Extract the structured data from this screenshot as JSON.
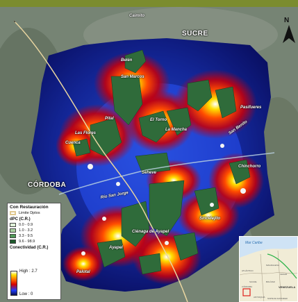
{
  "departments": {
    "sucre": "SUCRE",
    "cordoba": "CÓRDOBA"
  },
  "places": [
    {
      "id": "caimito",
      "name": "Caimito"
    },
    {
      "id": "belen",
      "name": "Belén"
    },
    {
      "id": "san-marcos",
      "name": "San Marcos"
    },
    {
      "id": "pasifuere",
      "name": "Pasifueres"
    },
    {
      "id": "el-torno",
      "name": "El Torno"
    },
    {
      "id": "pital",
      "name": "Pital"
    },
    {
      "id": "las-flores",
      "name": "Las Flores"
    },
    {
      "id": "cuenca",
      "name": "Cuenca"
    },
    {
      "id": "la-mancha",
      "name": "La Mancha"
    },
    {
      "id": "san-benito",
      "name": "San Benito"
    },
    {
      "id": "chinchorro",
      "name": "Chinchorro"
    },
    {
      "id": "seheve",
      "name": "Seheve"
    },
    {
      "id": "rio-san-jorge",
      "name": "Río San Jorge"
    },
    {
      "id": "sincelejito",
      "name": "Sincelejito"
    },
    {
      "id": "cienaga",
      "name": "Ciénaga de Ayapel"
    },
    {
      "id": "ayapel",
      "name": "Ayapel"
    },
    {
      "id": "palotal",
      "name": "Palotal"
    }
  ],
  "north_label": "N",
  "legend": {
    "title": "Con Restauración",
    "boundary_label": "Limite Dptos",
    "dpc_title": "dPC (C.R.)",
    "dpc_classes": [
      {
        "label": "0.0 - 0.9",
        "color": "#dff0d8"
      },
      {
        "label": "1.0 - 3.2",
        "color": "#a9d2a0"
      },
      {
        "label": "3.3 - 9.5",
        "color": "#4f9a58"
      },
      {
        "label": "9.6 - 98.9",
        "color": "#1e5a2c"
      }
    ],
    "connectivity_title": "Conectividad (C.R.)",
    "high_label": "High : 2.7",
    "low_label": "Low : 0"
  },
  "inset": {
    "sea_label": "Mar Caribe",
    "countries": [
      "VENEZUELA"
    ],
    "regions": [
      "ATLÁNTICO",
      "MAGDALENA",
      "CESAR",
      "BOLÍVAR",
      "SUCRE",
      "CÓRDOBA",
      "ANTIOQUIA",
      "NORTE DE SANTANDER"
    ]
  },
  "colors": {
    "green_patch": "#2f6b3a",
    "boundary": "#e8d5a0",
    "river": "#b8d0e0"
  }
}
